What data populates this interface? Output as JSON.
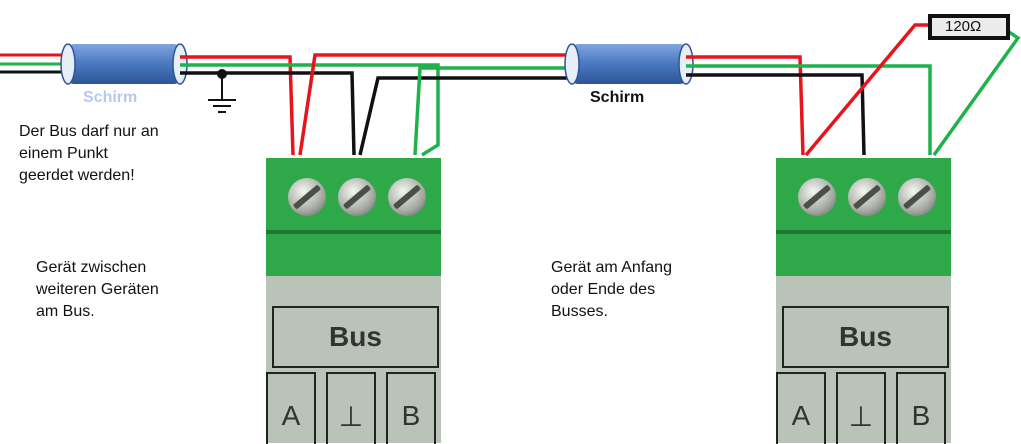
{
  "shield_left": {
    "label": "Schirm",
    "color": "#b4c9ee"
  },
  "shield_right": {
    "label": "Schirm",
    "color": "#111111"
  },
  "note_ground": [
    "Der Bus darf nur an",
    "einem Punkt",
    "geerdet werden!"
  ],
  "note_middle": [
    "Gerät zwischen",
    "weiteren Geräten",
    "am Bus."
  ],
  "note_end": [
    "Gerät am Anfang",
    "oder Ende des",
    "Busses."
  ],
  "resistor": {
    "label": "120Ω"
  },
  "terminal_left": {
    "bus_label": "Bus",
    "pins": [
      "A",
      "⊥",
      "B"
    ]
  },
  "terminal_right": {
    "bus_label": "Bus",
    "pins": [
      "A",
      "⊥",
      "B"
    ]
  },
  "colors": {
    "wire_a": "#e8141c",
    "wire_b": "#1fb24a",
    "wire_gnd": "#111111",
    "terminal_green": "#2fa84a",
    "housing_gray": "#b9c3b8"
  }
}
